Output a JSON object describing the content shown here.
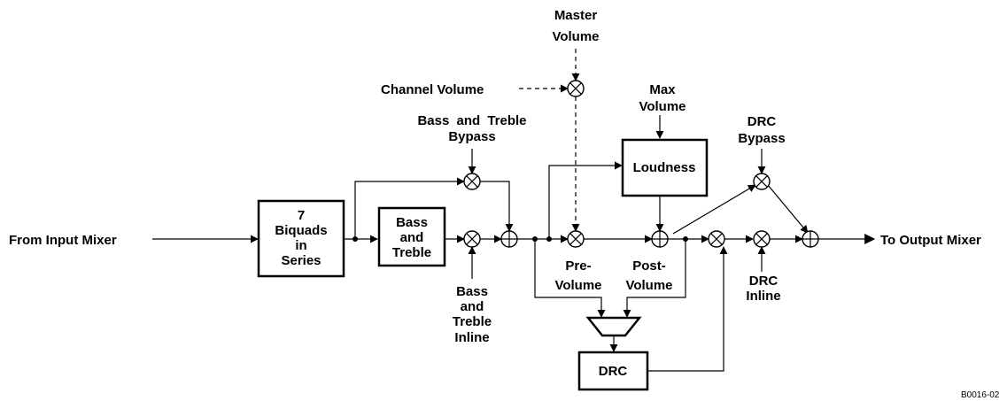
{
  "labels": {
    "input": "From Input Mixer",
    "output": "To Output Mixer",
    "biquads": [
      "7",
      "Biquads",
      "in",
      "Series"
    ],
    "bass_treble_box": [
      "Bass",
      "and",
      "Treble"
    ],
    "bass_treble_bypass": [
      "Bass and Treble",
      "Bypass"
    ],
    "bass_treble_inline": [
      "Bass",
      "and",
      "Treble",
      "Inline"
    ],
    "master_volume": [
      "Master",
      "Volume"
    ],
    "channel_volume": "Channel Volume",
    "max_volume": [
      "Max",
      "Volume"
    ],
    "loudness": "Loudness",
    "drc_bypass": [
      "DRC",
      "Bypass"
    ],
    "drc_inline": [
      "DRC",
      "Inline"
    ],
    "pre_volume": [
      "Pre-",
      "Volume"
    ],
    "post_volume": [
      "Post-",
      "Volume"
    ],
    "drc": "DRC",
    "figure_id": "B0016-02"
  }
}
